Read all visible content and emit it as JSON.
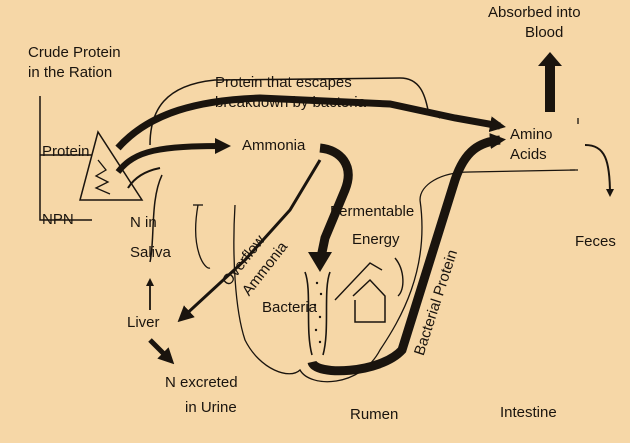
{
  "colors": {
    "background": "#f6d7a7",
    "ink": "#1a140e"
  },
  "labels": {
    "absorbed_into": "Absorbed into",
    "blood": "Blood",
    "crude_protein": "Crude Protein",
    "in_the_ration": "in the Ration",
    "protein_escapes": "Protein that escapes",
    "breakdown_by_bacteria": "breakdown by bacteria",
    "protein": "Protein",
    "npn": "NPN",
    "ammonia": "Ammonia",
    "amino": "Amino",
    "acids": "Acids",
    "n_in": "N in",
    "saliva": "Saliva",
    "overflow": "Overflow",
    "ammonia_rot": "Ammonia",
    "fermentable": "Fermentable",
    "energy": "Energy",
    "bacterial_protein": "Bacterial Protein",
    "feces": "Feces",
    "liver": "Liver",
    "bacteria": "Bacteria",
    "n_excreted": "N excreted",
    "in_urine": "in Urine",
    "rumen": "Rumen",
    "intestine": "Intestine"
  }
}
